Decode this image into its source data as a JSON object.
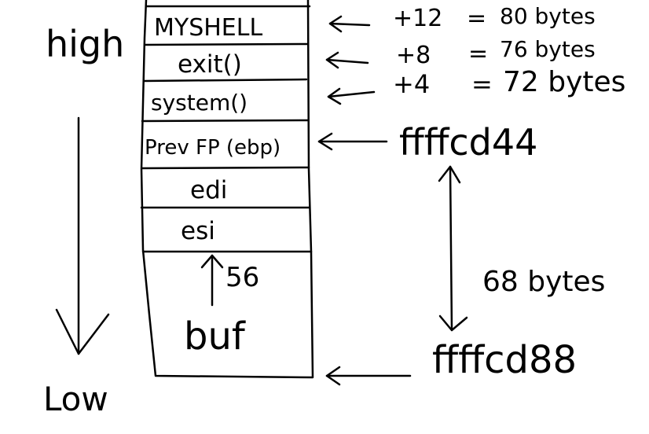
{
  "labels": {
    "high": "high",
    "low": "Low"
  },
  "stack_cells": [
    "MYSHELL",
    "exit()",
    "system()",
    "Prev FP (ebp)",
    "edi",
    "esi"
  ],
  "buffer": {
    "label": "buf",
    "size": "56"
  },
  "offsets": [
    {
      "offset": "+12",
      "equals": "=",
      "bytes": "80 bytes"
    },
    {
      "offset": "+8",
      "equals": "=",
      "bytes": "76 bytes"
    },
    {
      "offset": "+4",
      "equals": "=",
      "bytes": "72 bytes"
    }
  ],
  "addresses": {
    "ebp": "ffffcd44",
    "buf": "ffffcd88"
  },
  "distance": "68 bytes"
}
